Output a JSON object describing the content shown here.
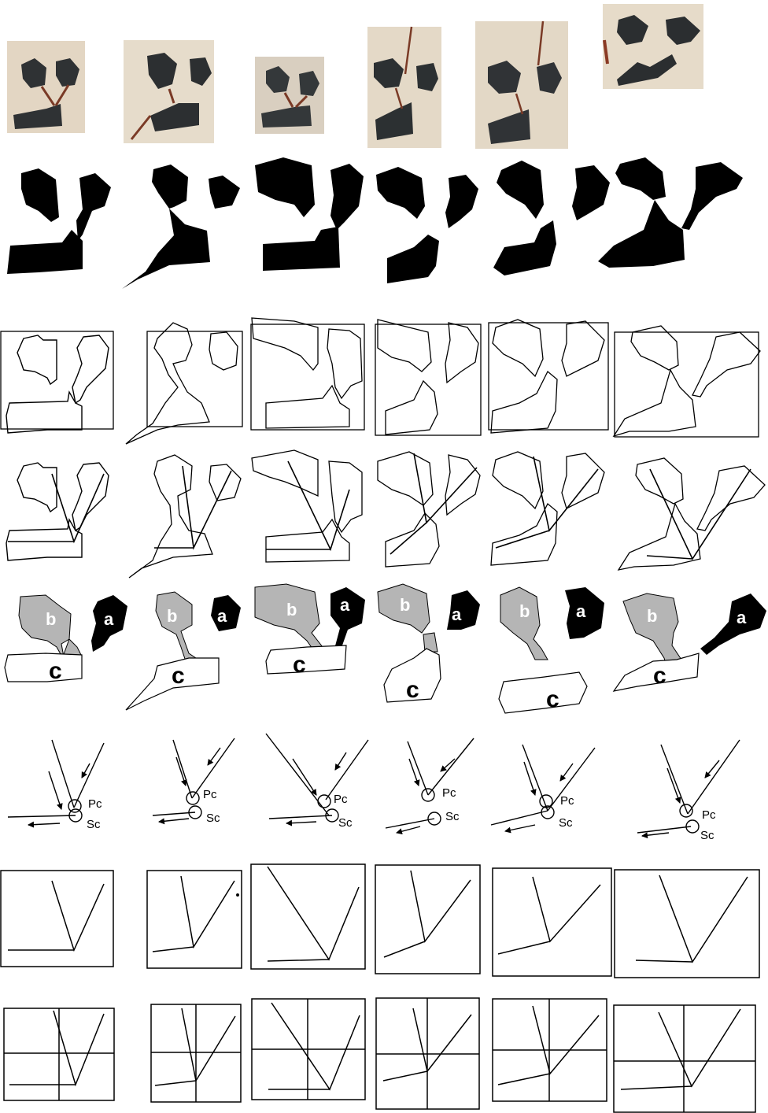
{
  "figure": {
    "columns": 6,
    "rows": [
      "manuscript-scans",
      "binarized",
      "contour-with-bbox",
      "contour-with-skeleton",
      "segmented-strokes",
      "stroke-vectors",
      "skeleton-in-bbox",
      "skeleton-in-grid"
    ],
    "segment_labels": {
      "a": "a",
      "b": "b",
      "c": "c"
    },
    "point_labels": {
      "pc": "Pc",
      "sc": "Sc"
    },
    "colors": {
      "ink": "#000000",
      "parchment": "#e6dccb",
      "scan_ink": "#2a2c2e",
      "scan_red": "#8a3a24",
      "segment_gray": "#b5b5b5"
    }
  }
}
